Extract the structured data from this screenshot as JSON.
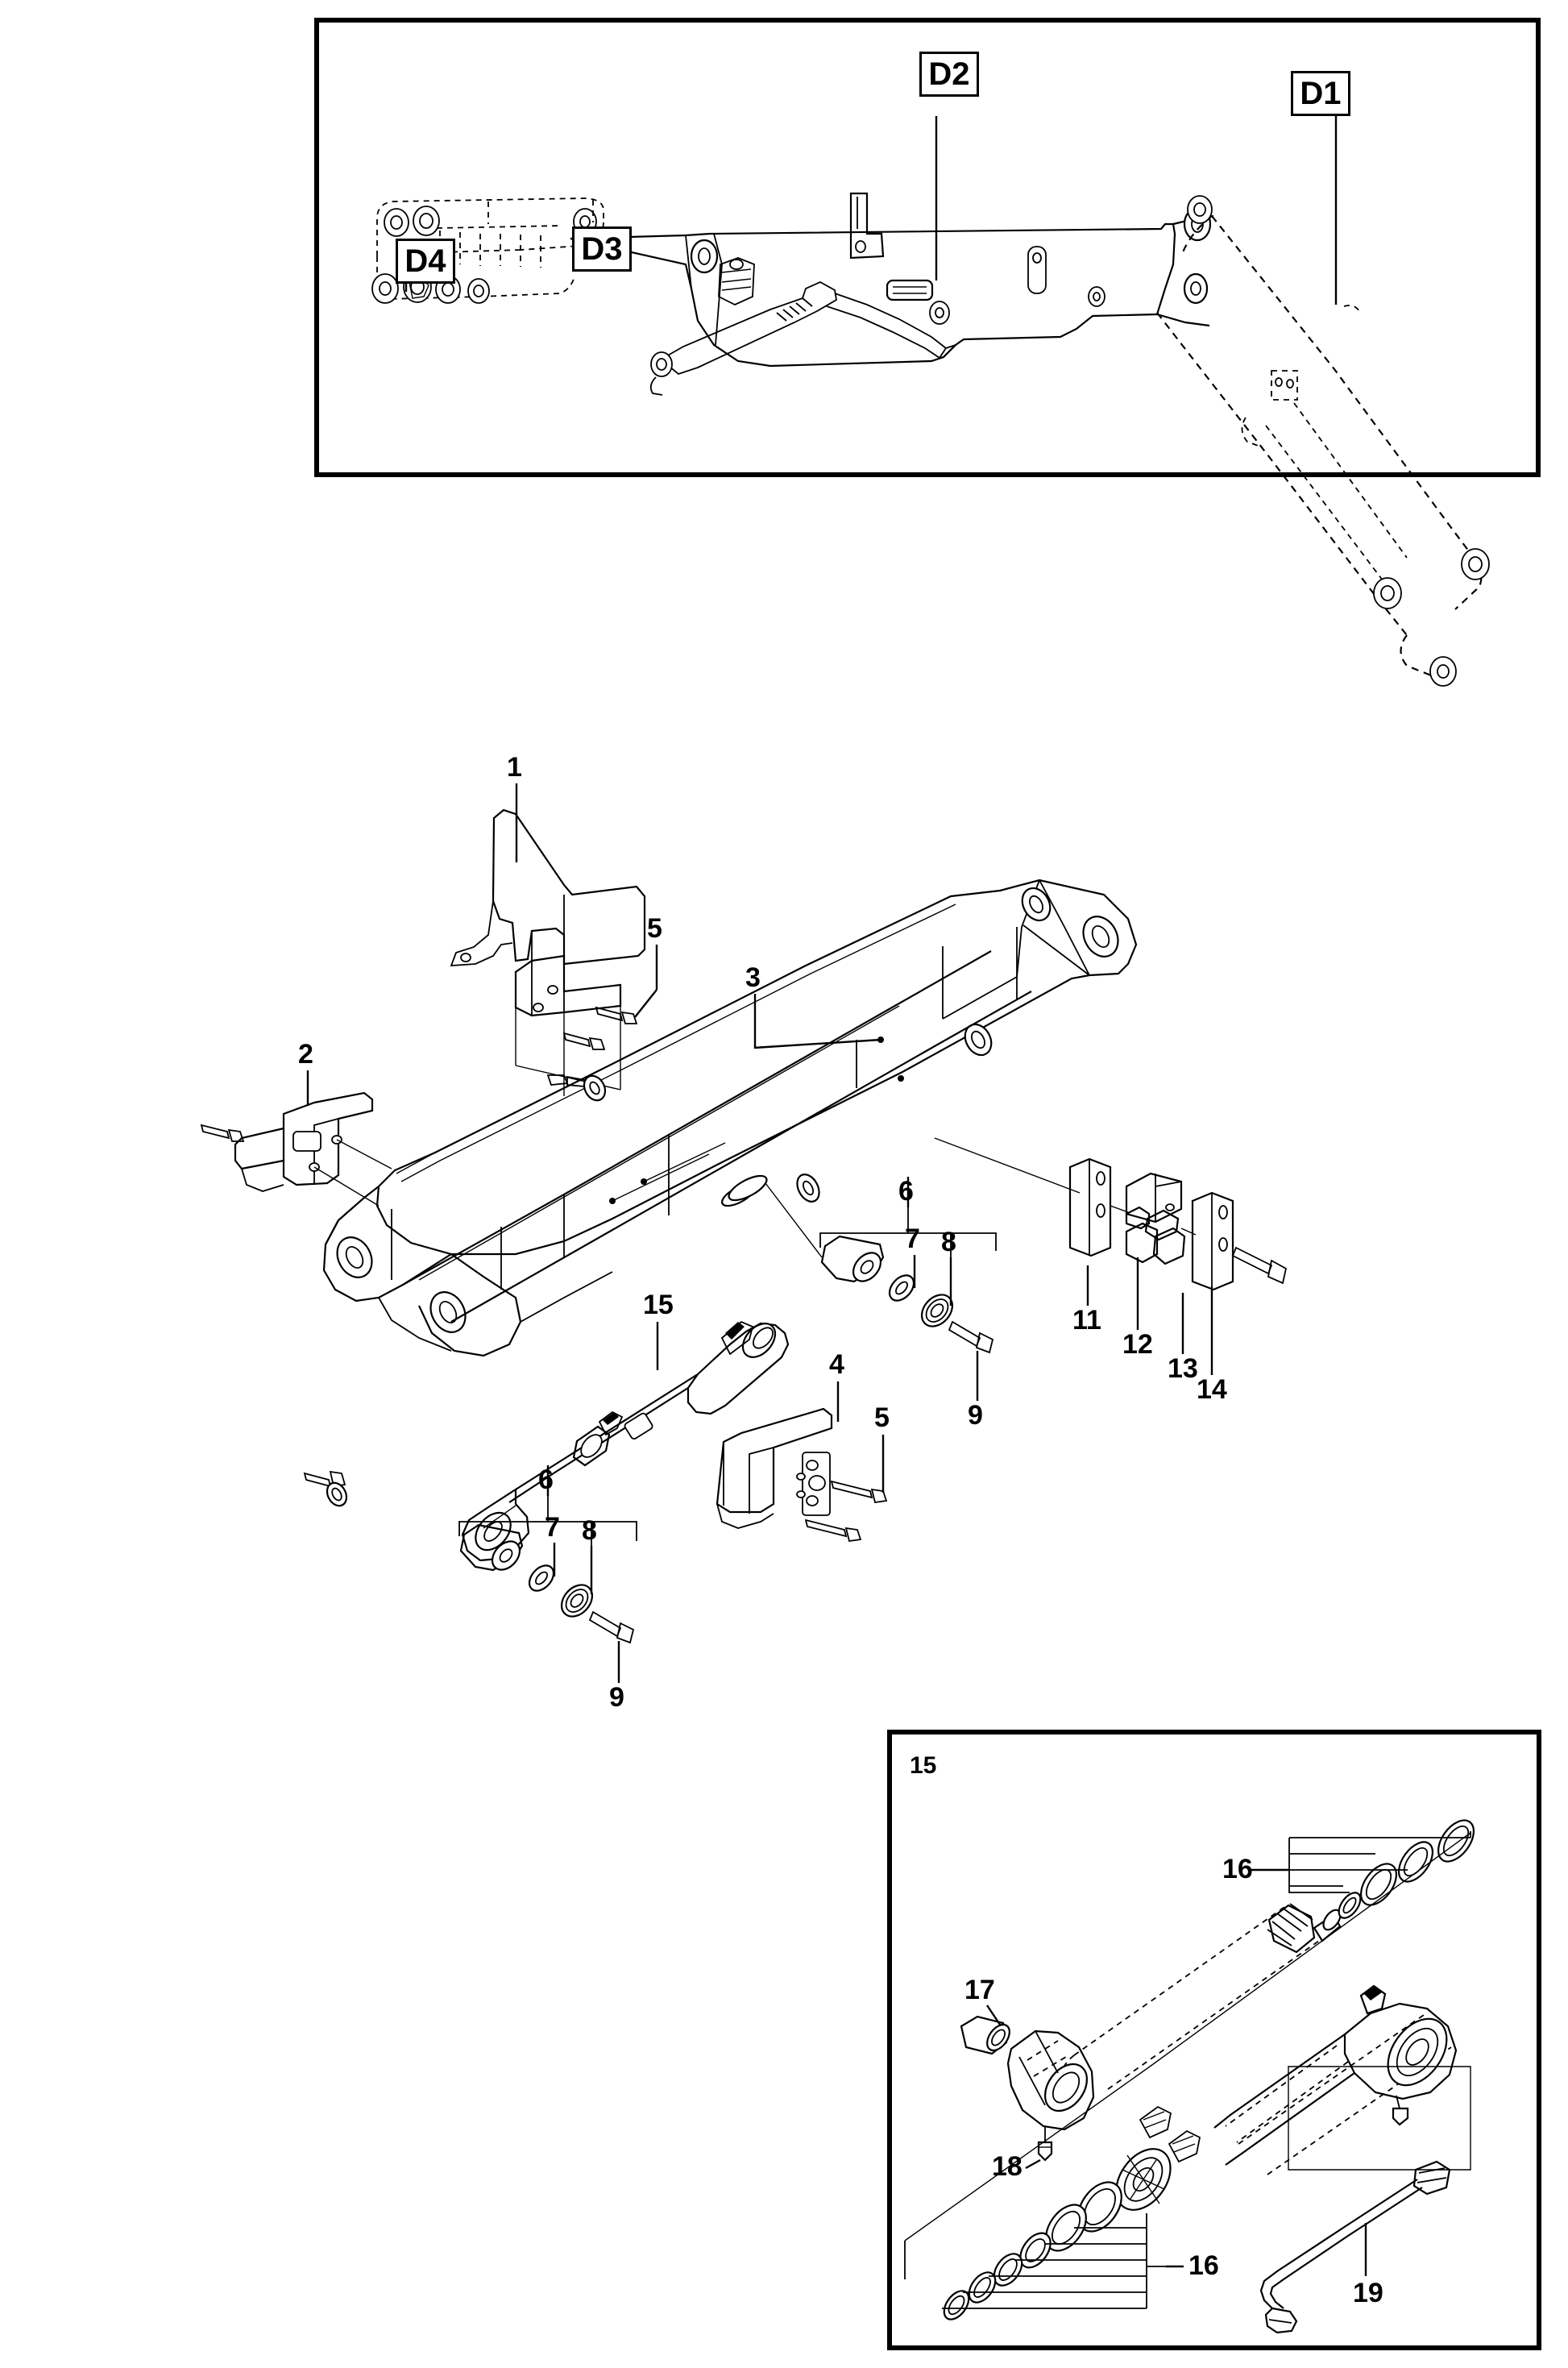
{
  "document": {
    "type": "exploded parts diagram",
    "title": "Boom arm assembly parts diagram"
  },
  "top_panel": {
    "name": "overview-panel",
    "labels": [
      {
        "id": "D1",
        "text": "D1"
      },
      {
        "id": "D2",
        "text": "D2"
      },
      {
        "id": "D3",
        "text": "D3"
      },
      {
        "id": "D4",
        "text": "D4"
      }
    ]
  },
  "main_view": {
    "name": "main-exploded-view",
    "callouts": [
      {
        "id": "c1",
        "text": "1"
      },
      {
        "id": "c2",
        "text": "2"
      },
      {
        "id": "c3",
        "text": "3"
      },
      {
        "id": "c5a",
        "text": "5"
      },
      {
        "id": "c6a",
        "text": "6"
      },
      {
        "id": "c7a",
        "text": "7"
      },
      {
        "id": "c8a",
        "text": "8"
      },
      {
        "id": "c9a",
        "text": "9"
      },
      {
        "id": "c11",
        "text": "11"
      },
      {
        "id": "c12",
        "text": "12"
      },
      {
        "id": "c13",
        "text": "13"
      },
      {
        "id": "c14",
        "text": "14"
      },
      {
        "id": "c15",
        "text": "15"
      },
      {
        "id": "c4",
        "text": "4"
      },
      {
        "id": "c5b",
        "text": "5"
      },
      {
        "id": "c6b",
        "text": "6"
      },
      {
        "id": "c7b",
        "text": "7"
      },
      {
        "id": "c8b",
        "text": "8"
      },
      {
        "id": "c9b",
        "text": "9"
      }
    ]
  },
  "detail_panel": {
    "name": "cylinder-detail-panel",
    "panel_number": "15",
    "callouts": [
      {
        "id": "d16a",
        "text": "16"
      },
      {
        "id": "d16b",
        "text": "16"
      },
      {
        "id": "d17",
        "text": "17"
      },
      {
        "id": "d18",
        "text": "18"
      },
      {
        "id": "d19",
        "text": "19"
      }
    ]
  },
  "colors": {
    "line": "#000000",
    "background": "#ffffff"
  }
}
